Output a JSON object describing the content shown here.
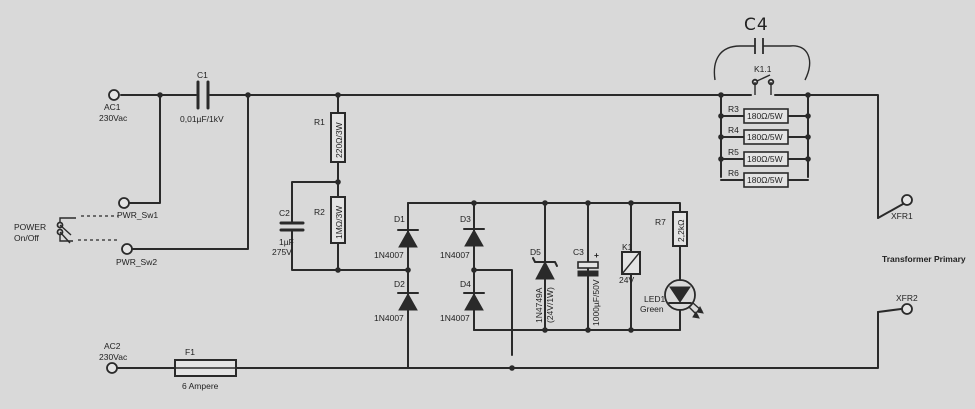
{
  "terminals": {
    "ac1": "AC1",
    "ac1_voltage": "230Vac",
    "ac2": "AC2",
    "ac2_voltage": "230Vac",
    "pwr_sw1": "PWR_Sw1",
    "pwr_sw2": "PWR_Sw2",
    "xfr1": "XFR1",
    "xfr2": "XFR2"
  },
  "switch": {
    "line1": "POWER",
    "line2": "On/Off"
  },
  "components": {
    "c1": {
      "ref": "C1",
      "value": "0,01µF/1kV"
    },
    "c2": {
      "ref": "C2",
      "value1": "1µF",
      "value2": "275V"
    },
    "c3": {
      "ref": "C3",
      "value": "1000µF/50V",
      "polarity": "+"
    },
    "c4": {
      "ref": "C4"
    },
    "r1": {
      "ref": "R1",
      "value": "220Ω/3W"
    },
    "r2": {
      "ref": "R2",
      "value": "1MΩ/3W"
    },
    "r3": {
      "ref": "R3",
      "value": "180Ω/5W"
    },
    "r4": {
      "ref": "R4",
      "value": "180Ω/5W"
    },
    "r5": {
      "ref": "R5",
      "value": "180Ω/5W"
    },
    "r6": {
      "ref": "R6",
      "value": "180Ω/5W"
    },
    "r7": {
      "ref": "R7",
      "value": "2,2kΩ"
    },
    "d1": {
      "ref": "D1",
      "part": "1N4007"
    },
    "d2": {
      "ref": "D2",
      "part": "1N4007"
    },
    "d3": {
      "ref": "D3",
      "part": "1N4007"
    },
    "d4": {
      "ref": "D4",
      "part": "1N4007"
    },
    "d5": {
      "ref": "D5",
      "part": "1N4749A",
      "rating": "(24V/1W)"
    },
    "k1": {
      "ref": "K1",
      "value": "24V"
    },
    "k11": {
      "ref": "K1.1"
    },
    "led1": {
      "ref": "LED1",
      "color": "Green"
    },
    "f1": {
      "ref": "F1",
      "value": "6 Ampere"
    }
  },
  "notes": {
    "transformer": "Transformer Primary"
  }
}
